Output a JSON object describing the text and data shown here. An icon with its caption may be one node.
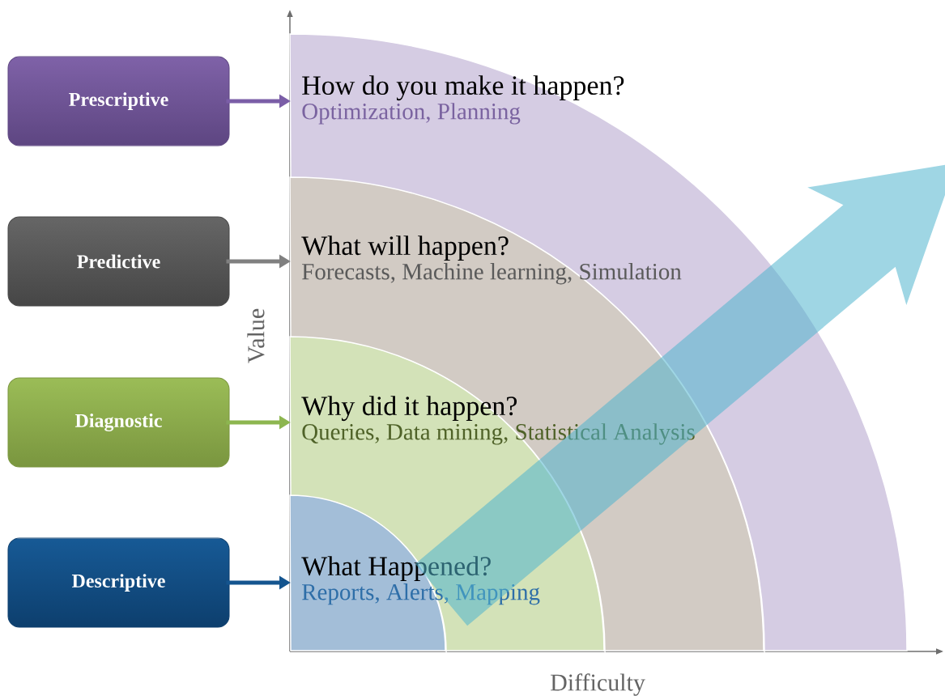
{
  "diagram": {
    "nodes": [
      {
        "text": [
          "Prescriptive"
        ]
      },
      {
        "text": [
          "How do you make it happen?",
          "Optimization, Planning"
        ]
      },
      {
        "text": [
          "Predictive"
        ]
      },
      {
        "text": [
          "What will happen?",
          "Forecasts, Machine learning,  Simulation"
        ]
      },
      {
        "text": [
          "Diagnostic"
        ]
      },
      {
        "text": [
          "Why did it happen?",
          "Queries, Data mining,  Statistical Analysis"
        ]
      },
      {
        "text": [
          "Descriptive"
        ]
      },
      {
        "text": [
          "What Happened?",
          "Reports, Alerts, Mapping"
        ]
      }
    ],
    "edges": [
      {
        "from": 0,
        "to": 1,
        "arrow": "to",
        "color": "#7b5ea7"
      },
      {
        "from": 2,
        "to": 3,
        "arrow": "to",
        "color": "#808080"
      },
      {
        "from": 4,
        "to": 5,
        "arrow": "to",
        "color": "#8db650"
      },
      {
        "from": 6,
        "to": 7,
        "arrow": "to",
        "color": "#14558f"
      }
    ],
    "labels": [
      "Value",
      "Difficulty"
    ]
  }
}
